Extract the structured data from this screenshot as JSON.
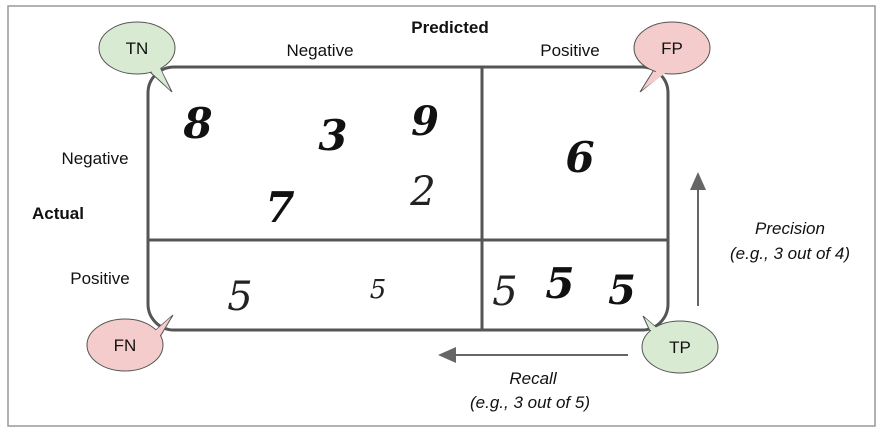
{
  "title": "Predicted",
  "axis_actual": "Actual",
  "columns": [
    "Negative",
    "Positive"
  ],
  "rows": [
    "Negative",
    "Positive"
  ],
  "bubbles": {
    "tn": "TN",
    "fp": "FP",
    "fn": "FN",
    "tp": "TP"
  },
  "cells": {
    "tn_digits": [
      "8",
      "3",
      "9",
      "7",
      "2"
    ],
    "fp_digits": [
      "6"
    ],
    "fn_digits": [
      "5",
      "5"
    ],
    "tp_digits": [
      "5",
      "5",
      "5"
    ]
  },
  "precision": {
    "label": "Precision",
    "example": "(e.g., 3 out of 4)"
  },
  "recall": {
    "label": "Recall",
    "example": "(e.g., 3 out of 5)"
  },
  "colors": {
    "green": "#d9ead3",
    "pink": "#f4cccc",
    "stroke": "#555555"
  }
}
